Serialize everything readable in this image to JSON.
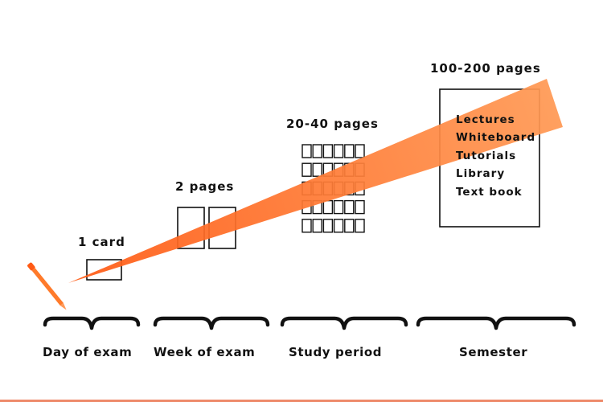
{
  "colors": {
    "accent": "#ff5a14",
    "accent_light": "#ff8c42",
    "ink": "#111111",
    "bottom_rule": "#ee8a6a"
  },
  "stages": [
    {
      "amount": "1 card",
      "timeframe": "Day of exam"
    },
    {
      "amount": "2 pages",
      "timeframe": "Week of exam"
    },
    {
      "amount": "20-40 pages",
      "timeframe": "Study period"
    },
    {
      "amount": "100-200 pages",
      "timeframe": "Semester"
    }
  ],
  "semester_sources": [
    "Lectures",
    "Whiteboard",
    "Tutorials",
    "Library",
    "Text book"
  ],
  "icons": {
    "pen": "pen-icon"
  }
}
